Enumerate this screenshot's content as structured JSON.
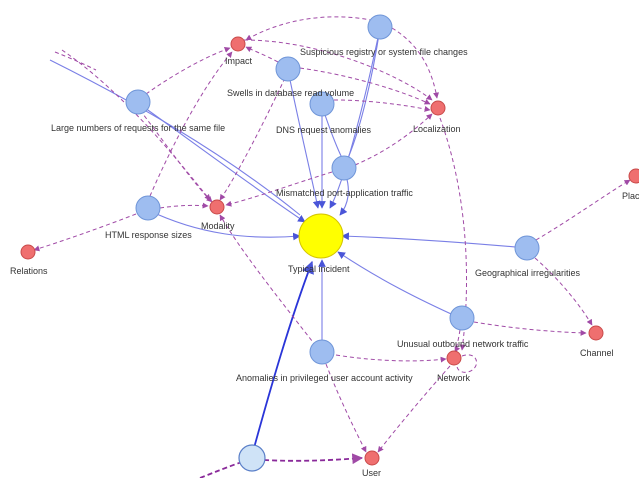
{
  "colors": {
    "indicator_fill": "#9ebdf0",
    "indicator_stroke": "#6f95d8",
    "attribute_fill": "#ef6f6f",
    "attribute_stroke": "#c84a4a",
    "center_fill": "#ffff00",
    "center_stroke": "#d4c400",
    "light_node_fill": "#cfe3f7",
    "blue_edge": "#7a7fe6",
    "purple_edge": "#a04aa6"
  },
  "nodes": {
    "typical_incident": "Typical incident",
    "suspicious_registry": "Suspicious registry or system file changes",
    "swells_db": "Swells in database read volume",
    "dns_anomalies": "DNS request anomalies",
    "large_requests": "Large numbers of requests for the same file",
    "mismatched_port": "Mismatched port-application traffic",
    "html_response": "HTML response sizes",
    "geo_irregularities": "Geographical irregularities",
    "unusual_outbound": "Unusual outbound network traffic",
    "privileged_user": "Anomalies in privileged user account activity",
    "impact": "Impact",
    "localization": "Localization",
    "modality": "Modality",
    "relations": "Relations",
    "channel": "Channel",
    "network": "Network",
    "user": "User",
    "place_partial": "Plac"
  }
}
